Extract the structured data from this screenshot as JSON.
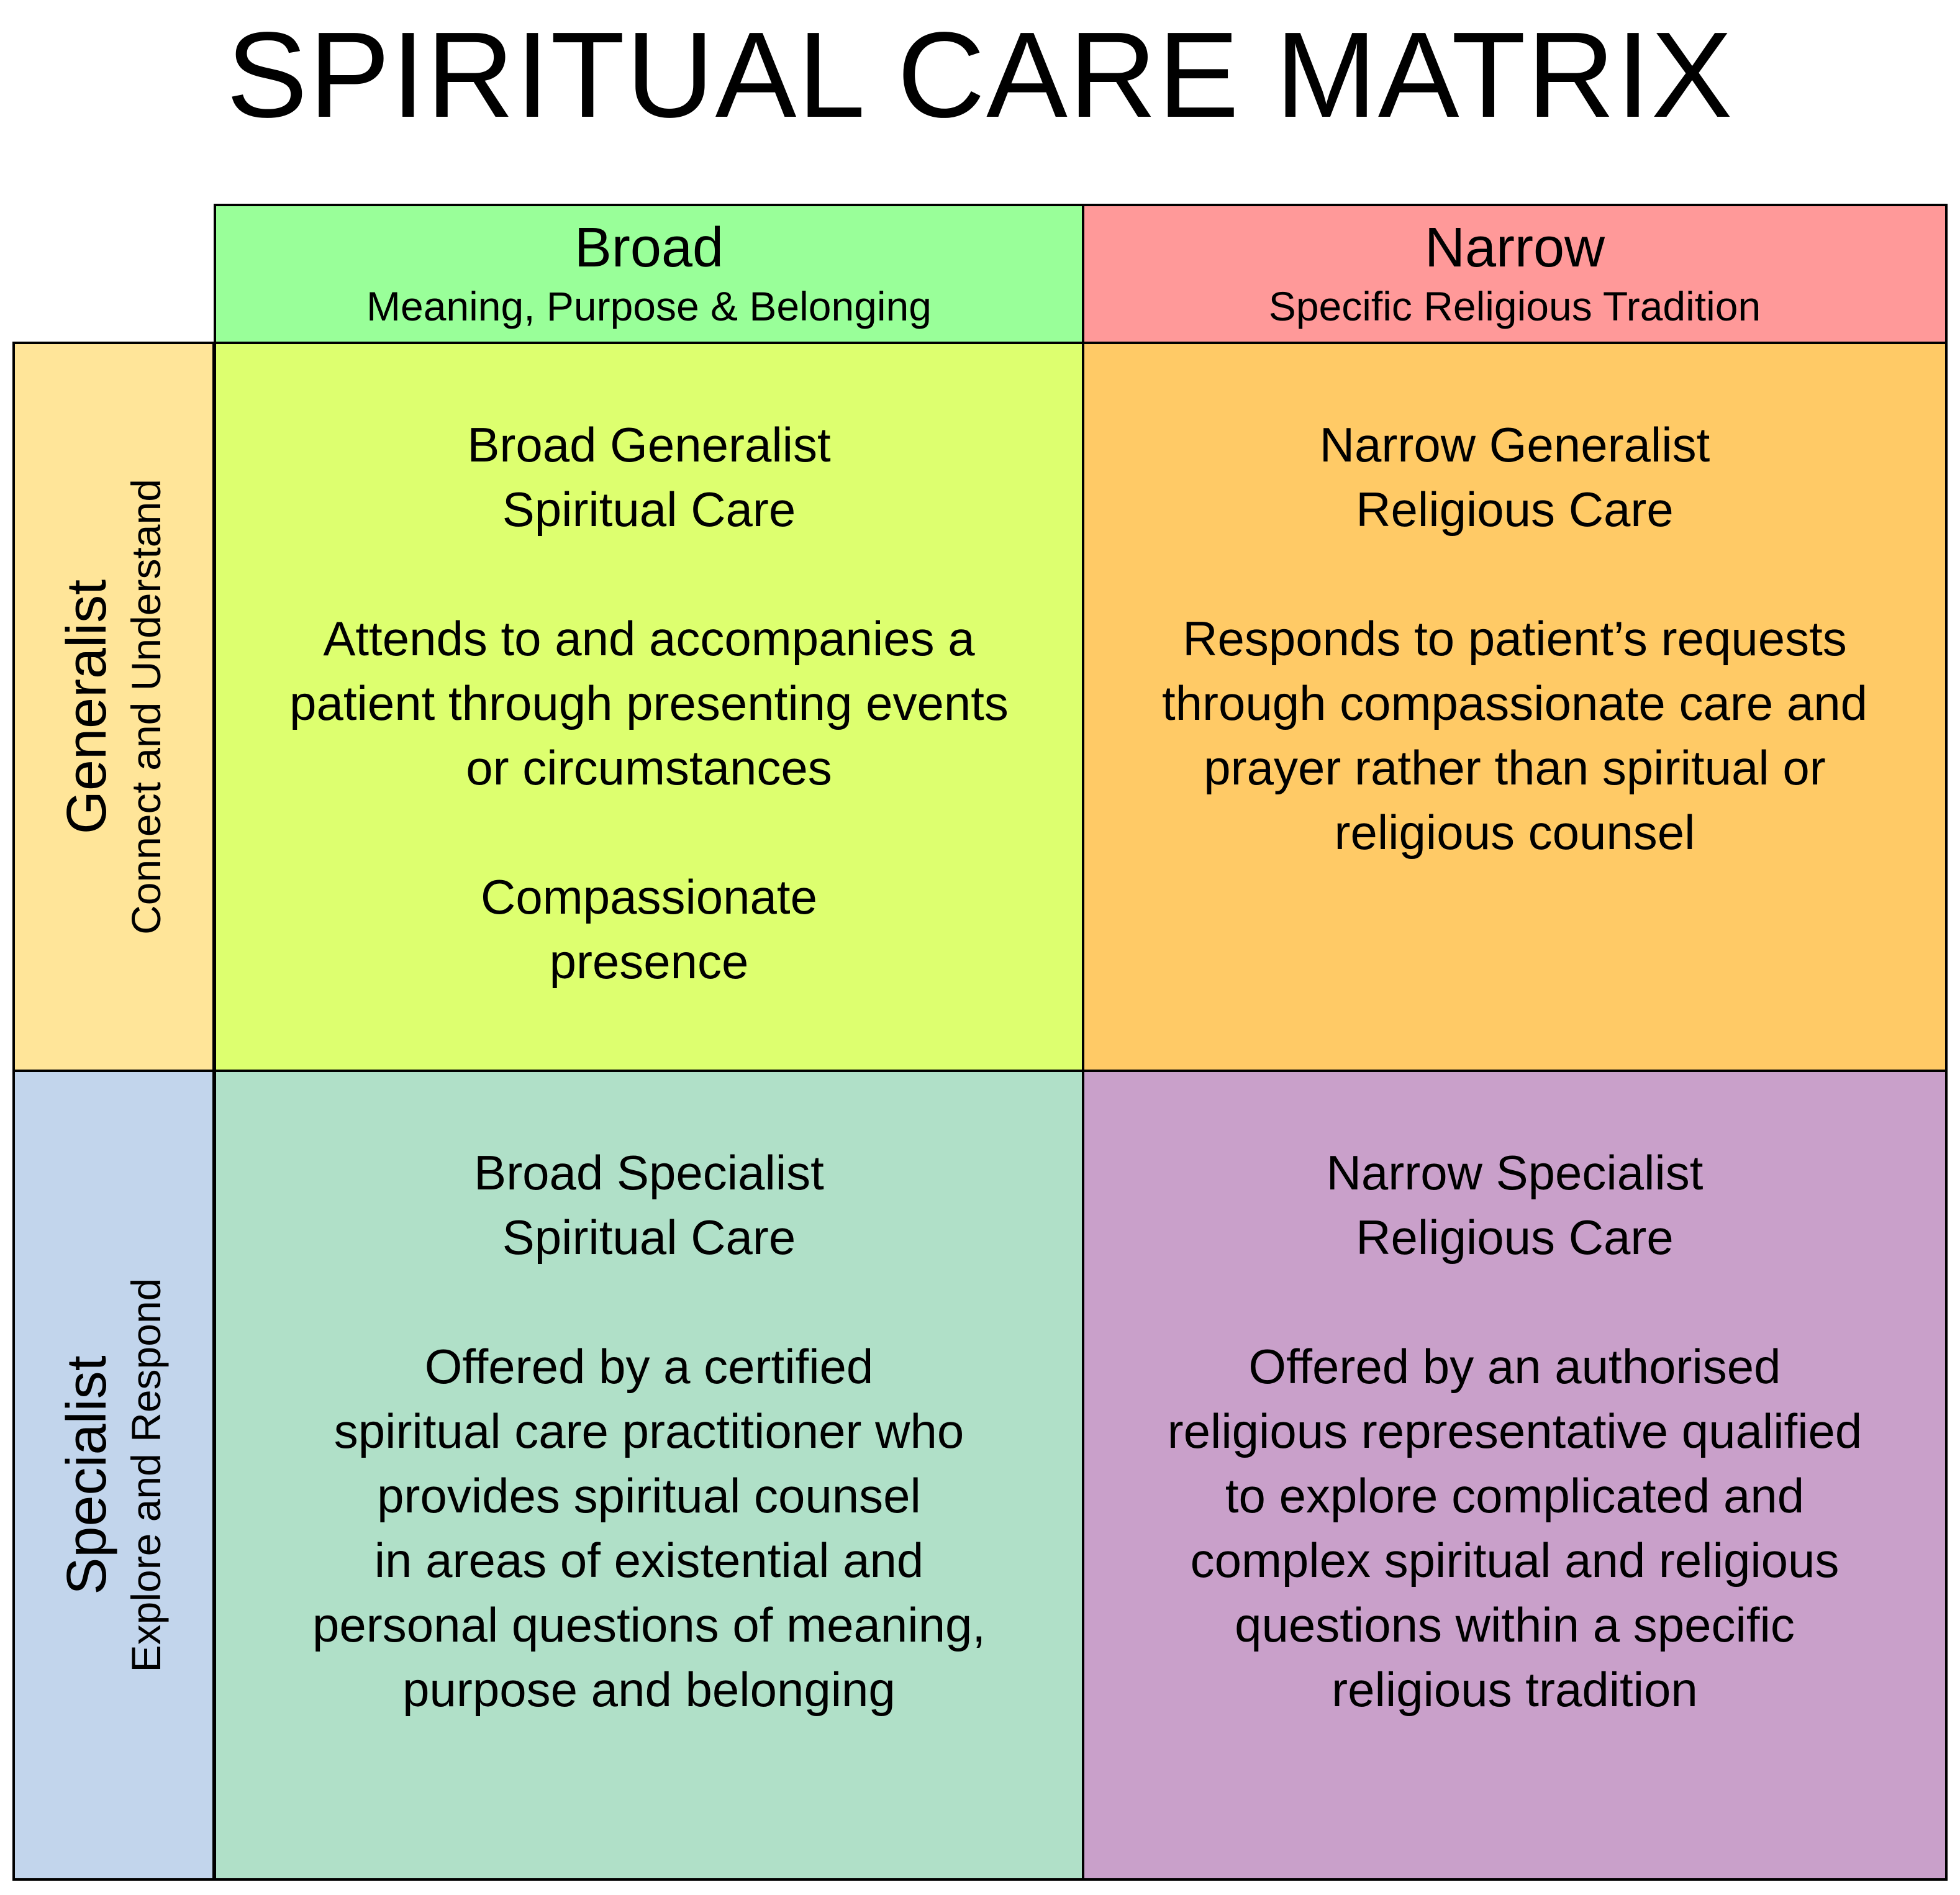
{
  "title": "SPIRITUAL CARE MATRIX",
  "columns": [
    {
      "title": "Broad",
      "subtitle": "Meaning, Purpose & Belonging",
      "color": "#99FF99"
    },
    {
      "title": "Narrow",
      "subtitle": "Specific Religious Tradition",
      "color": "#FF9999"
    }
  ],
  "rows": [
    {
      "title": "Generalist",
      "subtitle": "Connect and Understand",
      "color": "#FFE599"
    },
    {
      "title": "Specialist",
      "subtitle": "Explore and Respond",
      "color": "#C2D5EC"
    }
  ],
  "quadrants": {
    "broad_generalist": {
      "title_line1": "Broad Generalist",
      "title_line2": "Spiritual Care",
      "desc_lines": [
        "Attends to and accompanies a",
        "patient through presenting events",
        "or circumstances"
      ],
      "extra_lines": [
        "Compassionate",
        "presence"
      ],
      "color": "#DDFF6F"
    },
    "narrow_generalist": {
      "title_line1": "Narrow Generalist",
      "title_line2": "Religious Care",
      "desc_lines": [
        "Responds to patient’s requests",
        "through compassionate care and",
        "prayer rather than spiritual or",
        "religious counsel"
      ],
      "color": "#FFCA66"
    },
    "broad_specialist": {
      "title_line1": "Broad Specialist",
      "title_line2": "Spiritual Care",
      "desc_lines": [
        "Offered by a certified",
        "spiritual care practitioner who",
        "provides spiritual counsel",
        "in areas of existential and",
        "personal questions of meaning,",
        "purpose and belonging"
      ],
      "color": "#B0E0C8"
    },
    "narrow_specialist": {
      "title_line1": "Narrow Specialist",
      "title_line2": "Religious Care",
      "desc_lines": [
        "Offered by an authorised",
        "religious representative qualified",
        "to explore complicated and",
        "complex spiritual and religious",
        "questions within a specific",
        "religious tradition"
      ],
      "color": "#C9A0CA"
    }
  }
}
